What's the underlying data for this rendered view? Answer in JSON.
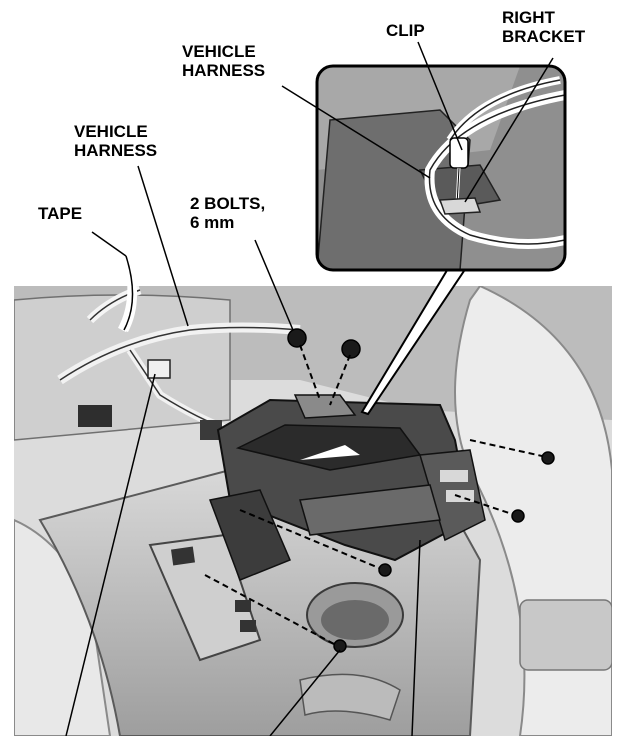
{
  "labels": {
    "clip": "CLIP",
    "right_bracket": "RIGHT\nBRACKET",
    "vehicle_harness_top": "VEHICLE\nHARNESS",
    "vehicle_harness_left": "VEHICLE\nHARNESS",
    "tape": "TAPE",
    "bolts": "2 BOLTS,\n6 mm"
  },
  "colors": {
    "ink": "#000000",
    "photo_light": "#e4e4e4",
    "photo_mid": "#b4b4b4",
    "photo_dark": "#3a3a3a",
    "inset_bg": "#8f8f8f"
  }
}
